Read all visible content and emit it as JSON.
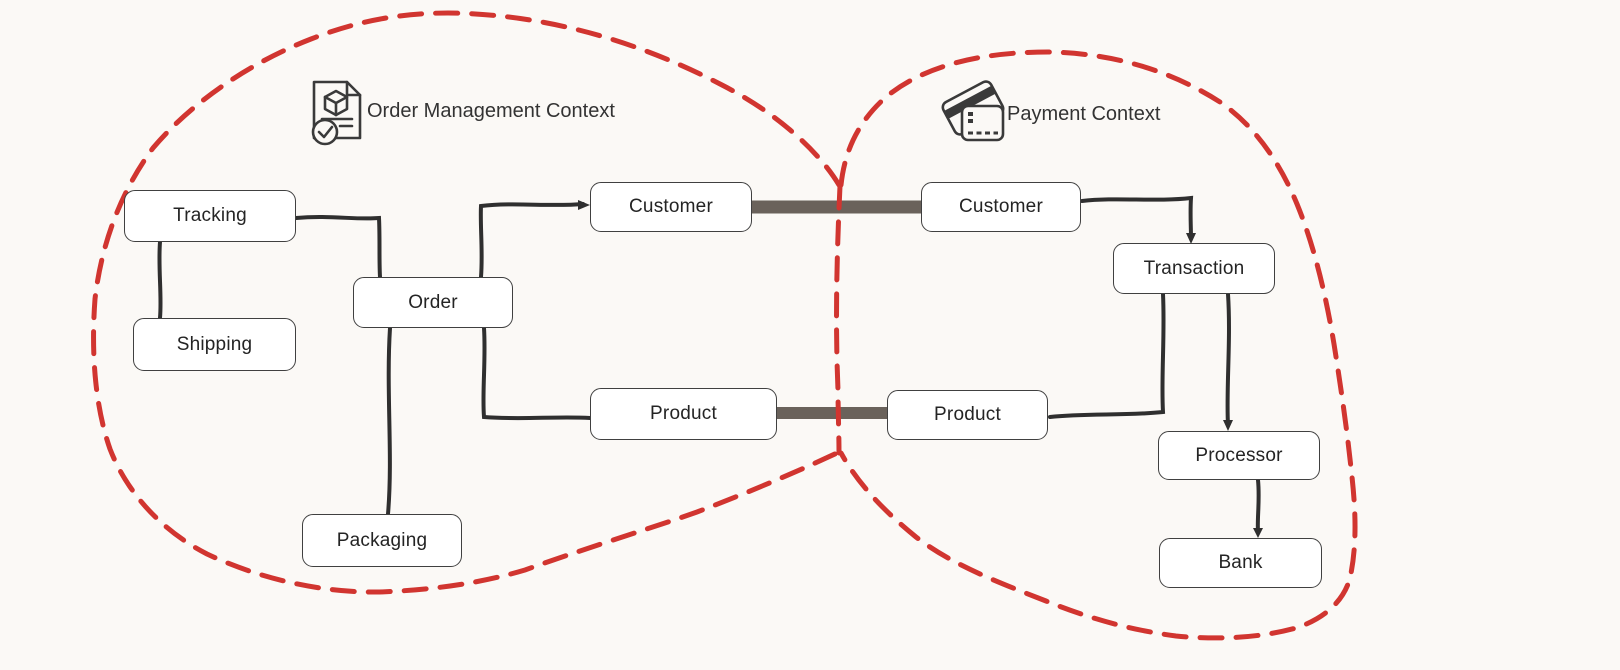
{
  "canvas": {
    "background": "#fbf9f6"
  },
  "contexts": {
    "order_management": {
      "title": "Order Management Context",
      "icon": "package-document-icon",
      "boundary_color": "#d13530",
      "boundary_style": "dashed"
    },
    "payment": {
      "title": "Payment Context",
      "icon": "credit-card-icon",
      "boundary_color": "#d13530",
      "boundary_style": "dashed"
    }
  },
  "nodes": {
    "tracking": {
      "label": "Tracking",
      "context": "order_management"
    },
    "shipping": {
      "label": "Shipping",
      "context": "order_management"
    },
    "order": {
      "label": "Order",
      "context": "order_management"
    },
    "packaging": {
      "label": "Packaging",
      "context": "order_management"
    },
    "customer_order": {
      "label": "Customer",
      "context": "order_management"
    },
    "product_order": {
      "label": "Product",
      "context": "order_management"
    },
    "customer_payment": {
      "label": "Customer",
      "context": "payment"
    },
    "transaction": {
      "label": "Transaction",
      "context": "payment"
    },
    "product_payment": {
      "label": "Product",
      "context": "payment"
    },
    "processor": {
      "label": "Processor",
      "context": "payment"
    },
    "bank": {
      "label": "Bank",
      "context": "payment"
    }
  },
  "edges": [
    {
      "from": "tracking",
      "to": "order",
      "type": "line"
    },
    {
      "from": "tracking",
      "to": "shipping",
      "type": "line"
    },
    {
      "from": "order",
      "to": "packaging",
      "type": "line"
    },
    {
      "from": "order",
      "to": "customer_order",
      "type": "arrow"
    },
    {
      "from": "order",
      "to": "product_order",
      "type": "line"
    },
    {
      "from": "customer_order",
      "to": "customer_payment",
      "type": "thick-shared-link"
    },
    {
      "from": "product_order",
      "to": "product_payment",
      "type": "thick-shared-link"
    },
    {
      "from": "customer_payment",
      "to": "transaction",
      "type": "arrow"
    },
    {
      "from": "transaction",
      "to": "product_payment",
      "type": "line"
    },
    {
      "from": "transaction",
      "to": "processor",
      "type": "arrow"
    },
    {
      "from": "processor",
      "to": "bank",
      "type": "arrow"
    }
  ],
  "colors": {
    "boundary_red": "#d13530",
    "connector_black": "#2f2f2f",
    "shared_link_gray": "#6a625b",
    "node_border": "#404040",
    "node_fill": "#ffffff",
    "icon_stroke": "#3a3a3a"
  }
}
